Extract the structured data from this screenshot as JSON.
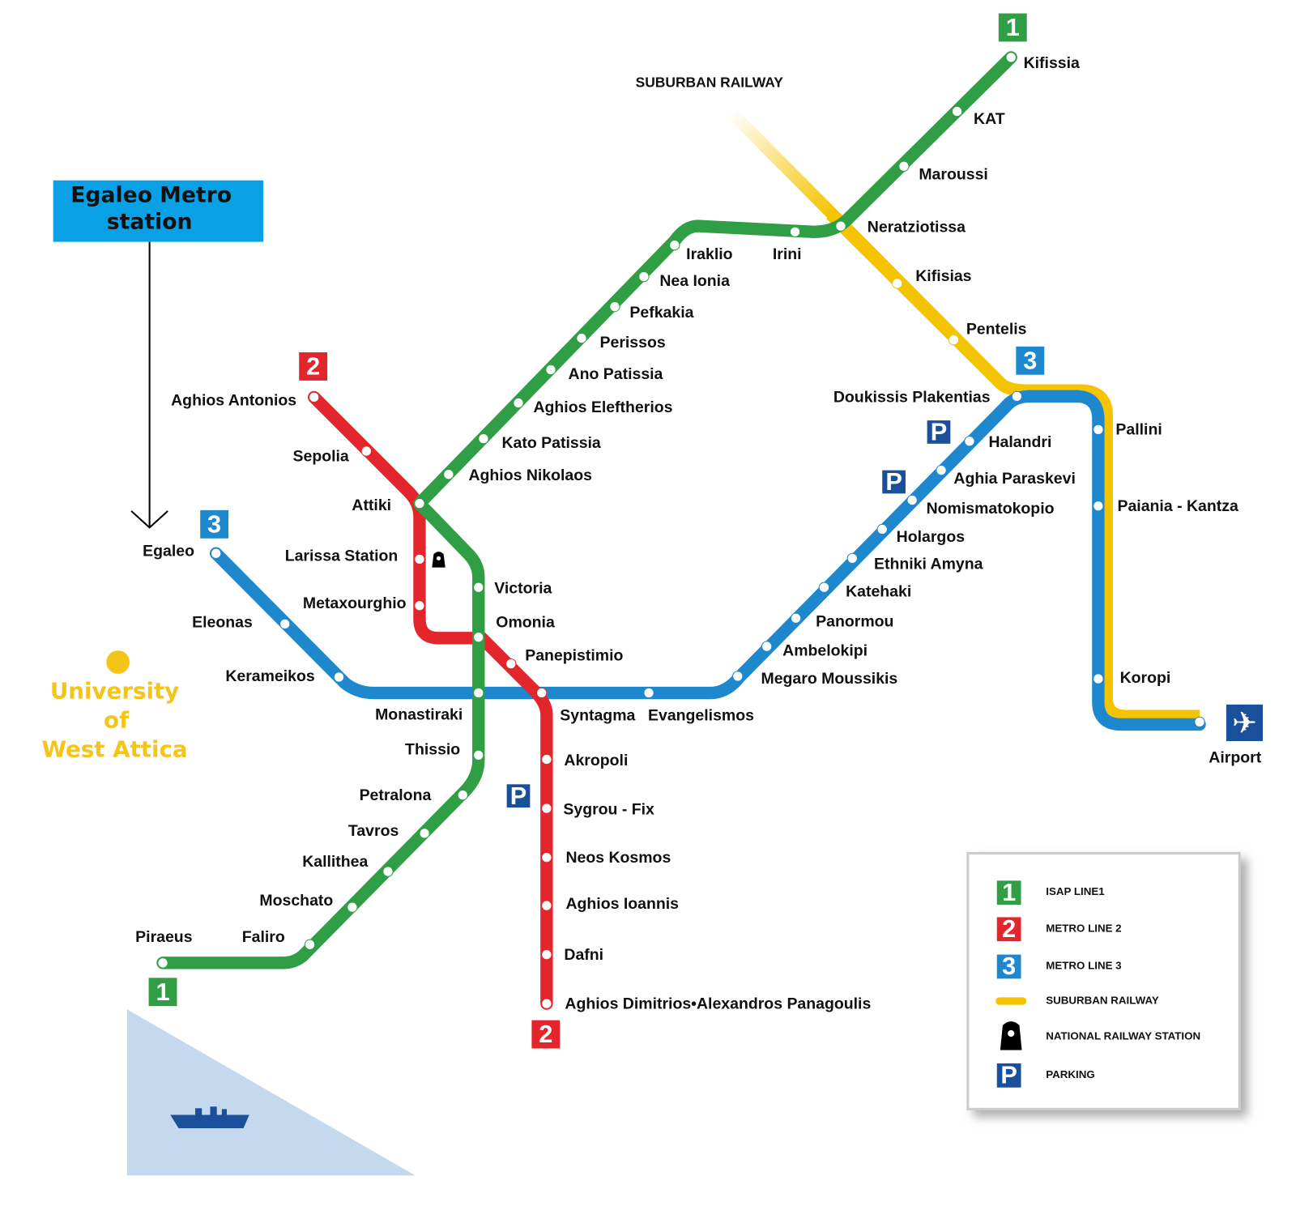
{
  "colors": {
    "line1": "#2f9e44",
    "line2": "#e3262b",
    "line3": "#1e88cf",
    "suburban": "#f5c400",
    "parking": "#1a4f9c",
    "callout": "#0aa0e6",
    "university": "#f5c419",
    "sea": "#c5d9ee"
  },
  "callout": {
    "line1": "Egaleo Metro",
    "line2": "station"
  },
  "university": {
    "line1": "University",
    "line2": "of",
    "line3": "West Attica"
  },
  "suburban_title": "SUBURBAN RAILWAY",
  "badges": {
    "line1": "1",
    "line2": "2",
    "line3": "3",
    "parking": "P"
  },
  "lines": {
    "line1": [
      "Kifissia",
      "KAT",
      "Maroussi",
      "Neratziotissa",
      "Irini",
      "Iraklio",
      "Nea Ionia",
      "Pefkakia",
      "Perissos",
      "Ano Patissia",
      "Aghios Eleftherios",
      "Kato Patissia",
      "Aghios Nikolaos",
      "Attiki",
      "Victoria",
      "Omonia",
      "Monastiraki",
      "Thissio",
      "Petralona",
      "Tavros",
      "Kallithea",
      "Moschato",
      "Faliro",
      "Piraeus"
    ],
    "line2": [
      "Aghios Antonios",
      "Sepolia",
      "Larissa Station",
      "Metaxourghio",
      "Panepistimio",
      "Syntagma",
      "Akropoli",
      "Sygrou - Fix",
      "Neos Kosmos",
      "Aghios Ioannis",
      "Dafni",
      "Aghios Dimitrios•Alexandros Panagoulis"
    ],
    "line3": [
      "Egaleo",
      "Eleonas",
      "Kerameikos",
      "Evangelismos",
      "Megaro Moussikis",
      "Ambelokipi",
      "Panormou",
      "Katehaki",
      "Ethniki Amyna",
      "Holargos",
      "Nomismatokopio",
      "Aghia Paraskevi",
      "Halandri",
      "Doukissis Plakentias",
      "Pallini",
      "Paiania - Kantza",
      "Koropi",
      "Airport"
    ],
    "suburban": [
      "Kifisias",
      "Pentelis"
    ]
  },
  "legend": {
    "items": [
      "ISAP LINE1",
      "METRO LINE 2",
      "METRO LINE 3",
      "SUBURBAN RAILWAY",
      "NATIONAL RAILWAY STATION",
      "PARKING"
    ]
  }
}
